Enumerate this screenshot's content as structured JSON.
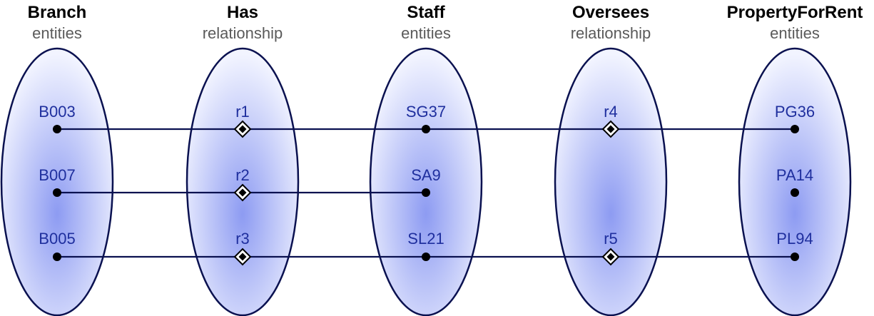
{
  "columns": [
    {
      "id": "branch",
      "title": "Branch",
      "subtitle": "entities",
      "items": [
        "B003",
        "B007",
        "B005"
      ]
    },
    {
      "id": "has",
      "title": "Has",
      "subtitle": "relationship",
      "items": [
        "r1",
        "r2",
        "r3"
      ]
    },
    {
      "id": "staff",
      "title": "Staff",
      "subtitle": "entities",
      "items": [
        "SG37",
        "SA9",
        "SL21"
      ]
    },
    {
      "id": "oversees",
      "title": "Oversees",
      "subtitle": "relationship",
      "items": [
        "r4",
        "",
        "r5"
      ]
    },
    {
      "id": "property",
      "title": "PropertyForRent",
      "subtitle": "entities",
      "items": [
        "PG36",
        "PA14",
        "PL94"
      ]
    }
  ],
  "links": [
    {
      "from": "B003",
      "via": "r1",
      "to": "SG37"
    },
    {
      "from": "B007",
      "via": "r2",
      "to": "SA9"
    },
    {
      "from": "B005",
      "via": "r3",
      "to": "SL21"
    },
    {
      "from": "SG37",
      "via": "r4",
      "to": "PG36"
    },
    {
      "from": "SL21",
      "via": "r5",
      "to": "PL94"
    }
  ],
  "colors": {
    "ellipse_fill_light": "#f2f4ff",
    "ellipse_fill_dark": "#8d9bf2",
    "ellipse_stroke": "#0a1150",
    "label": "#1f2f9e",
    "connector": "#0a1150"
  }
}
